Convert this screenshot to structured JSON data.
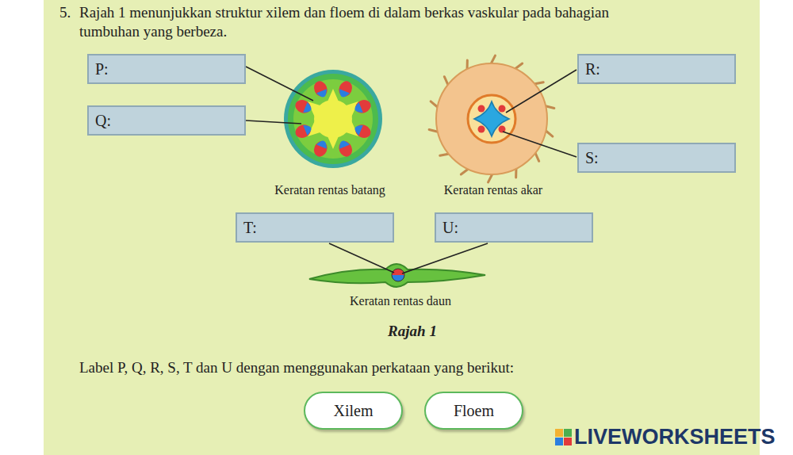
{
  "diagram": {
    "caption": "Rajah 1",
    "nodes": [
      {
        "text": [
          "P:"
        ]
      },
      {
        "text": [
          "Q:"
        ]
      },
      {
        "text": [
          "R:"
        ]
      },
      {
        "text": [
          "S:"
        ]
      },
      {
        "text": [
          "T:"
        ]
      },
      {
        "text": [
          "U:"
        ]
      },
      {
        "text": [
          "Xilem"
        ]
      },
      {
        "text": [
          "Floem"
        ]
      }
    ],
    "labels": [
      "5.",
      "Rajah 1 menunjukkan struktur xilem dan floem di dalam berkas vaskular pada bahagian",
      "tumbuhan yang  berbeza.",
      "Keratan rentas batang",
      "Keratan rentas akar",
      "Keratan rentas daun",
      "Label P, Q, R, S, T dan U dengan menggunakan perkataan yang berikut:",
      "LIVEWORKSHEETS"
    ]
  }
}
